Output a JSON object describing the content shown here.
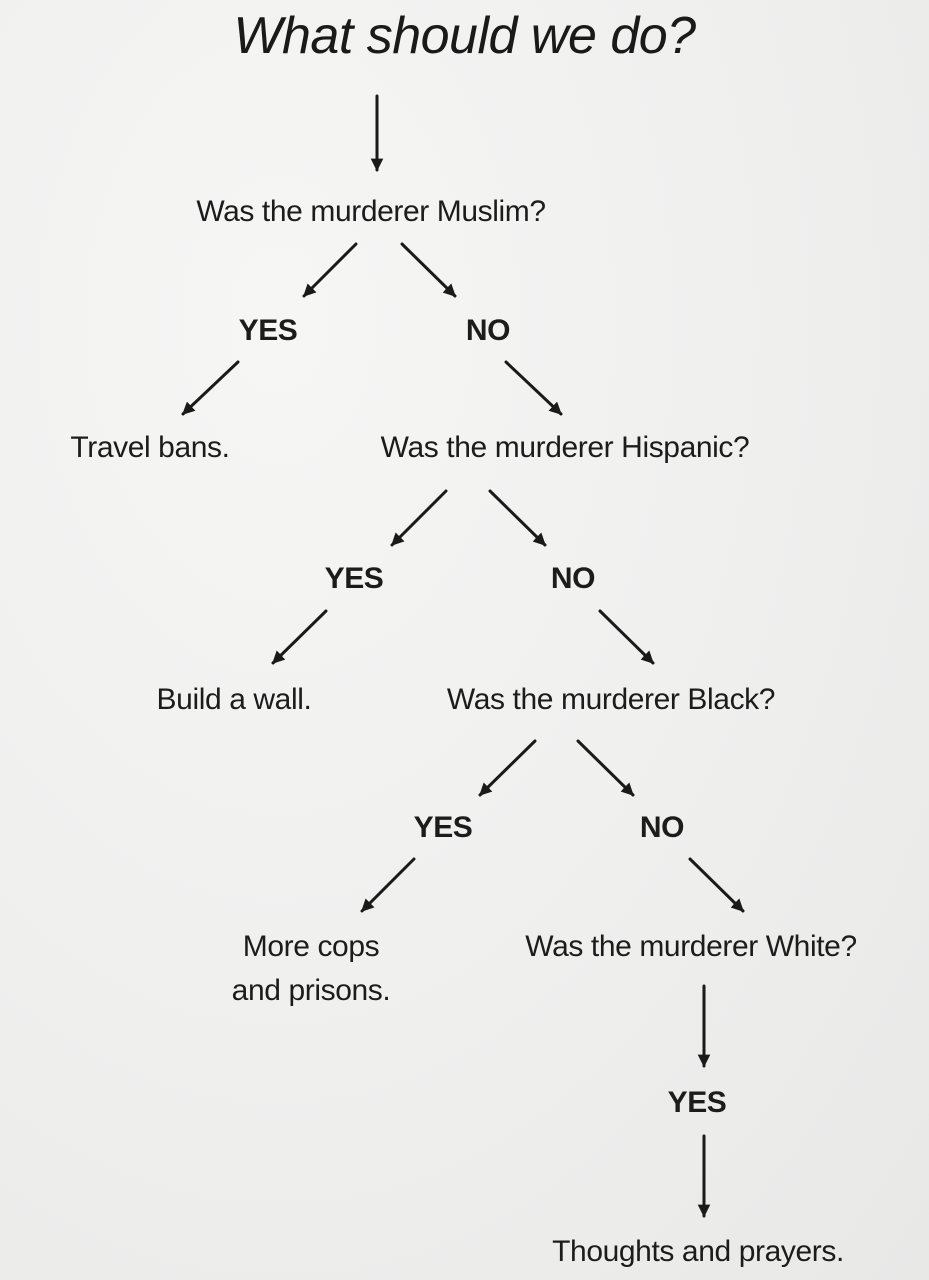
{
  "title": "What should we do?",
  "nodes": {
    "q_muslim": "Was the murderer Muslim?",
    "q_hispanic": "Was the murderer Hispanic?",
    "q_black": "Was the murderer Black?",
    "q_white": "Was the murderer White?",
    "a_travel": "Travel bans.",
    "a_wall": "Build a wall.",
    "a_cops_line1": "More cops",
    "a_cops_line2": "and prisons.",
    "a_thoughts": "Thoughts and prayers."
  },
  "branches": {
    "muslim_yes": "YES",
    "muslim_no": "NO",
    "hispanic_yes": "YES",
    "hispanic_no": "NO",
    "black_yes": "YES",
    "black_no": "NO",
    "white_yes": "YES"
  }
}
